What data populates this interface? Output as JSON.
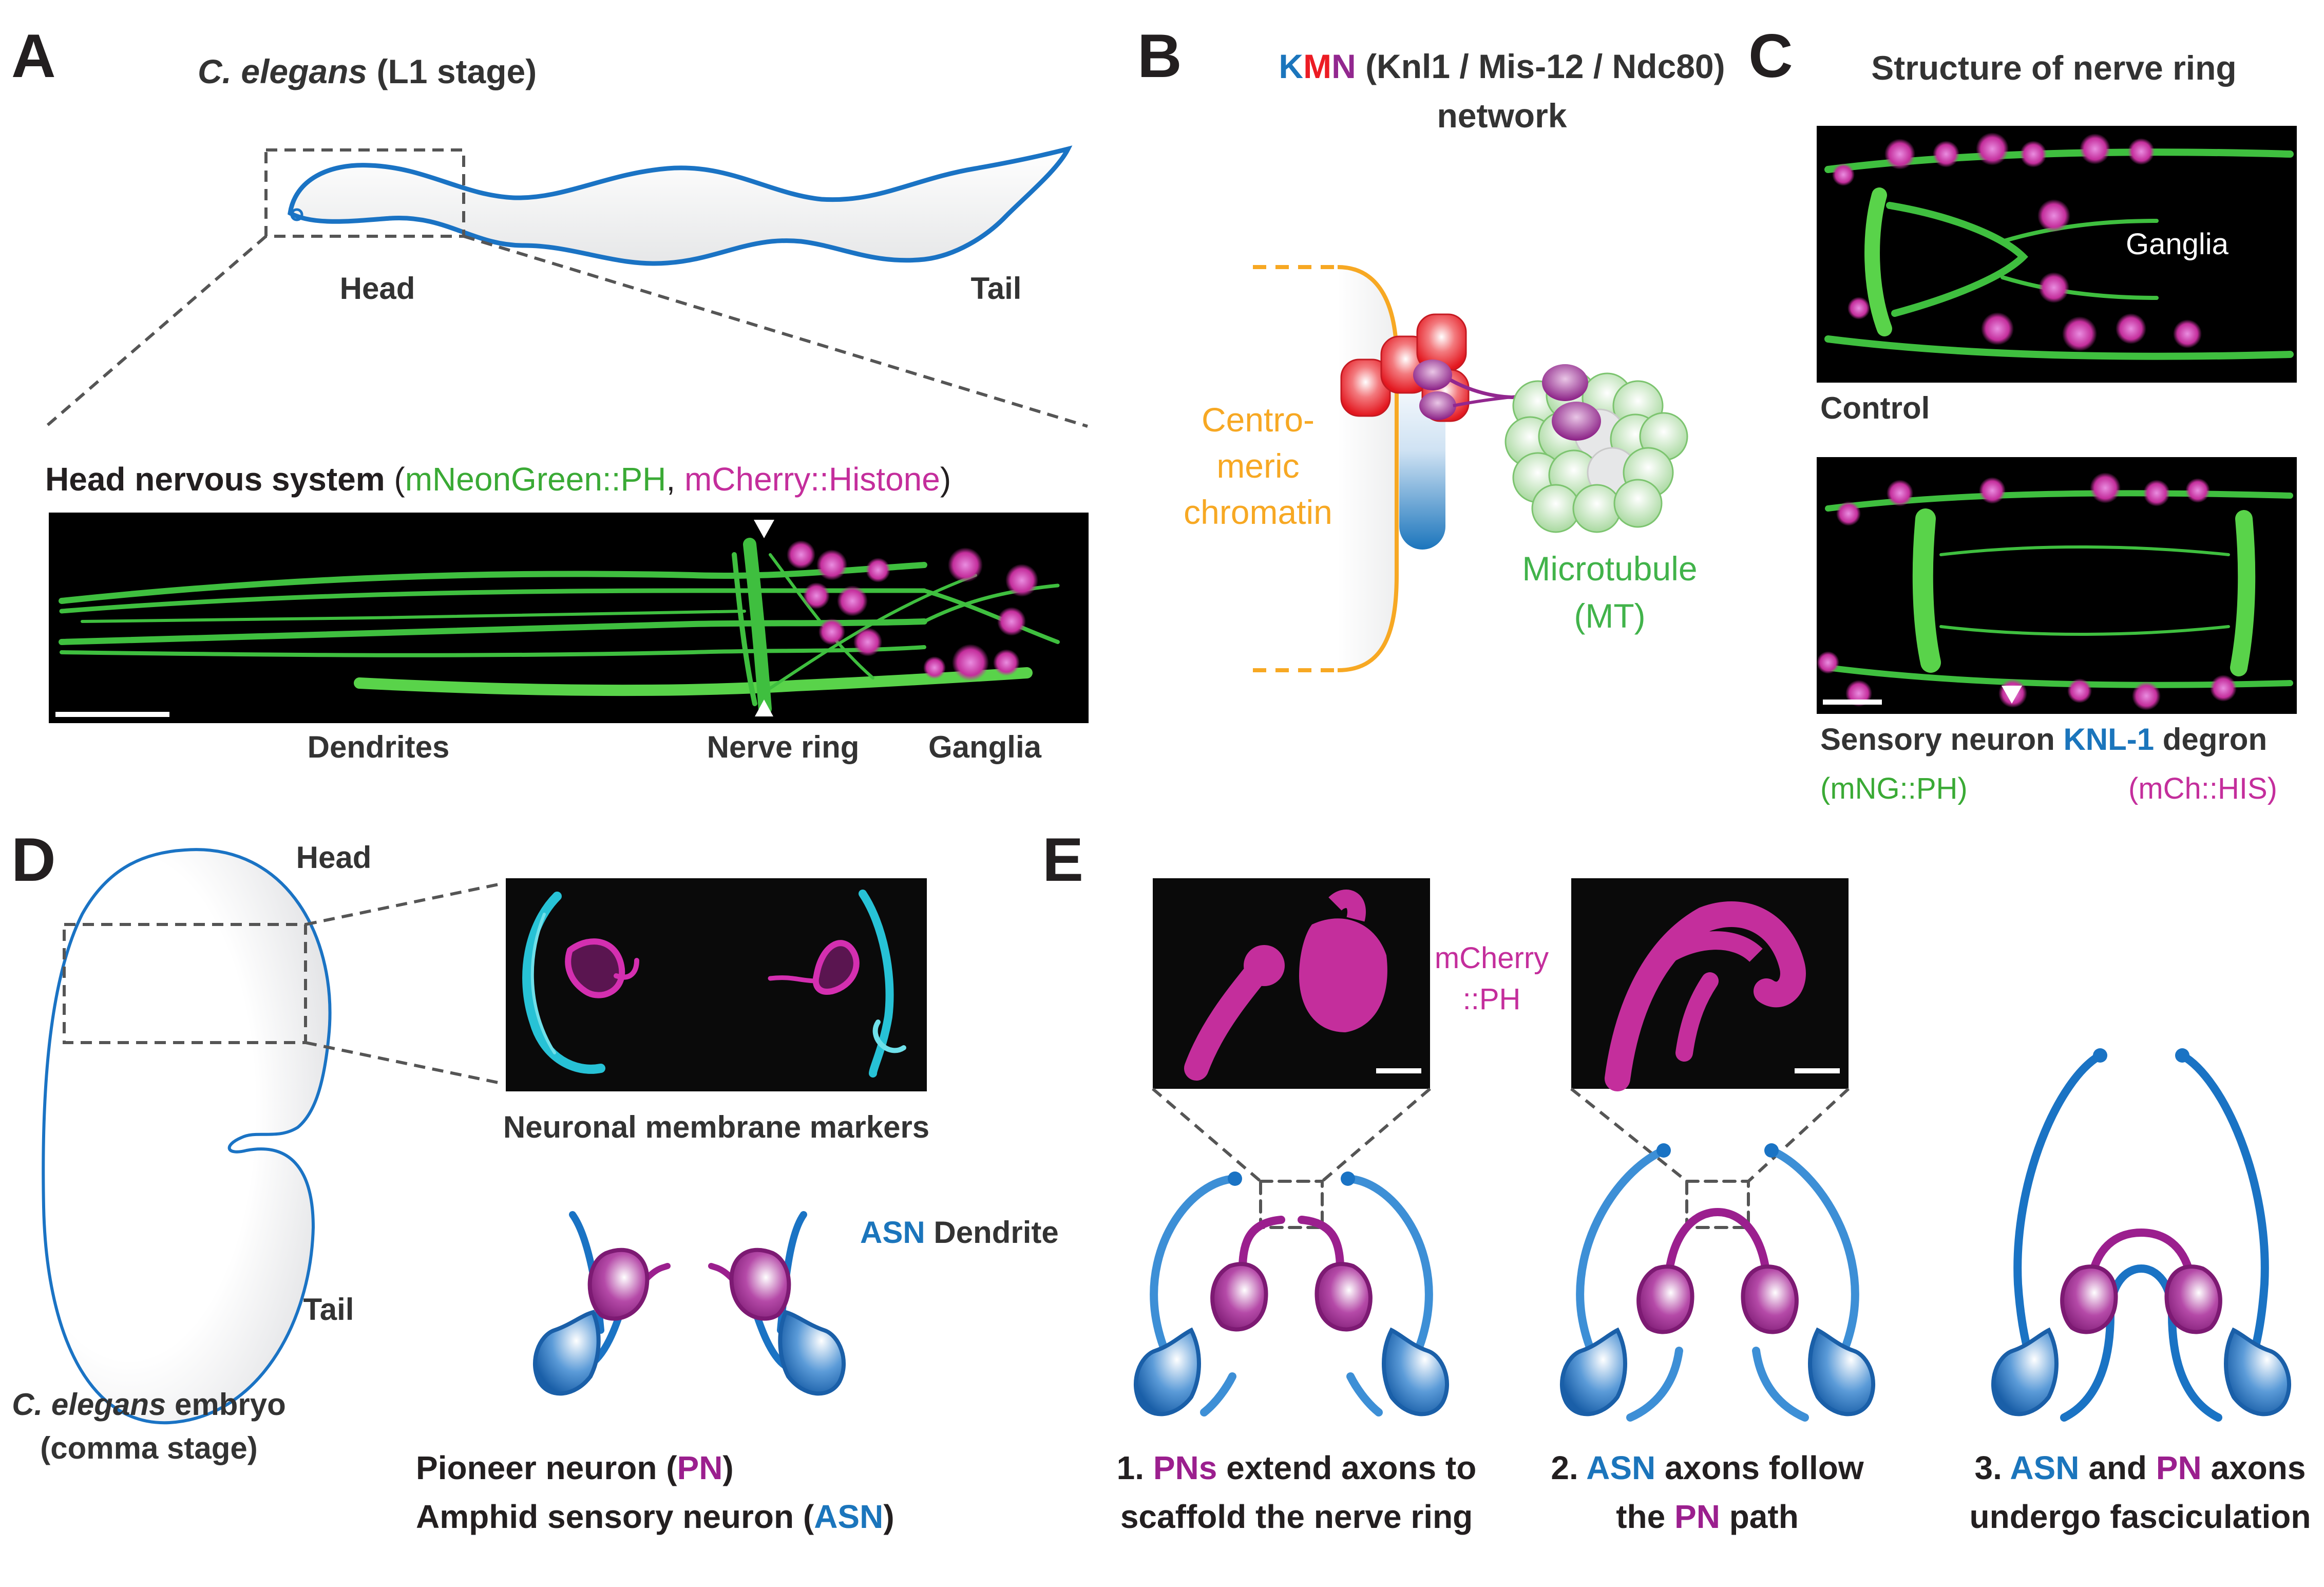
{
  "colors": {
    "asn_blue": "#1a73c4",
    "pn_magenta": "#9b1f8e",
    "knl_blue": "#1b75bc",
    "mis_red": "#ec1c24",
    "ndc_purple": "#92278f",
    "chromatin_orange": "#f7a823",
    "microtubule_green": "#41b34a",
    "marker_green": "#3aaa35",
    "marker_magenta": "#c42e9c",
    "marker_cyan": "#27c2d6"
  },
  "panel_a": {
    "letter": "A",
    "title_italic": "C. elegans",
    "title_rest": " (L1 stage)",
    "head_label": "Head",
    "tail_label": "Tail",
    "system_title": "Head nervous system",
    "paren_open": " (",
    "marker_green": "mNeonGreen::PH",
    "separator": ", ",
    "marker_magenta": "mCherry::Histone",
    "paren_close": ")",
    "dendrites_label": "Dendrites",
    "nerve_ring_label": "Nerve ring",
    "ganglia_label": "Ganglia"
  },
  "panel_b": {
    "letter": "B",
    "title_k": "K",
    "title_m": "M",
    "title_n": "N",
    "title_rest": " (Knl1 / Mis-12 / Ndc80)",
    "title_line2": "network",
    "chromatin_line1": "Centro-",
    "chromatin_line2": "meric",
    "chromatin_line3": "chromatin",
    "microtubule_line1": "Microtubule",
    "microtubule_line2": "(MT)"
  },
  "panel_c": {
    "letter": "C",
    "title": "Structure of nerve ring",
    "ganglia_label": "Ganglia",
    "control_label": "Control",
    "degron_part1": "Sensory neuron ",
    "degron_part2": "KNL-1",
    "degron_part3": " degron",
    "marker_green": "(mNG::PH)",
    "marker_magenta": "(mCh::HIS)"
  },
  "panel_d": {
    "letter": "D",
    "head_label": "Head",
    "tail_label": "Tail",
    "embryo_italic": "C. elegans",
    "embryo_rest": " embryo",
    "embryo_line2": "(comma stage)",
    "markers_caption": "Neuronal membrane markers",
    "asn_word": "ASN",
    "dendrite_word": " Dendrite",
    "legend_pn_pre": "Pioneer neuron (",
    "legend_pn_abbr": "PN",
    "legend_pn_post": ")",
    "legend_asn_pre": "Amphid sensory neuron (",
    "legend_asn_abbr": "ASN",
    "legend_asn_post": ")"
  },
  "panel_e": {
    "letter": "E",
    "marker_line1": "mCherry",
    "marker_line2": "::PH",
    "step1_num": "1. ",
    "step1_pn": "PNs",
    "step1_rest": " extend axons to",
    "step1_line2": "scaffold the nerve ring",
    "step2_num": "2. ",
    "step2_asn": "ASN",
    "step2_rest": " axons follow",
    "step2_line2_pre": "the ",
    "step2_line2_pn": "PN",
    "step2_line2_post": " path",
    "step3_num": "3. ",
    "step3_asn": "ASN",
    "step3_and": " and ",
    "step3_pn": "PN",
    "step3_rest": " axons",
    "step3_line2": "undergo fasciculation"
  }
}
